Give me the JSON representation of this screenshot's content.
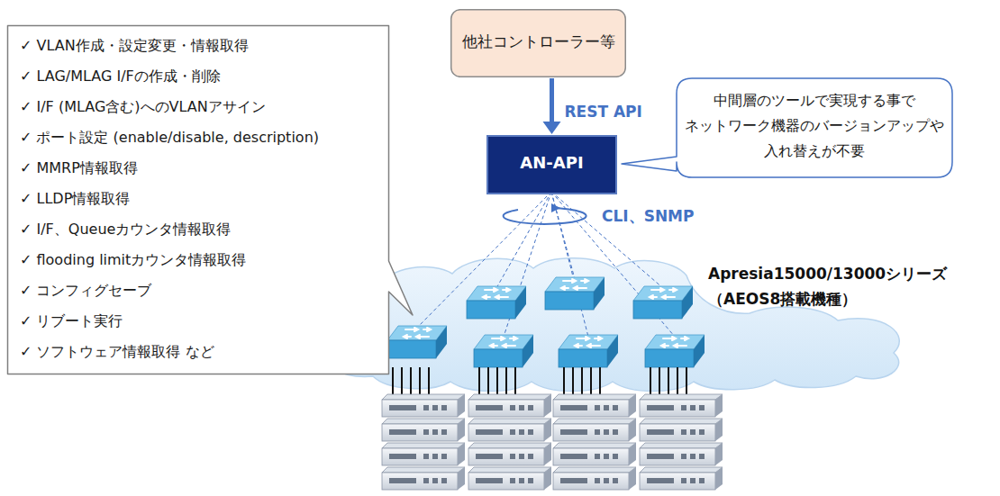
{
  "diagram": {
    "nodes": [
      {
        "text": [
          "✓ VLAN作成・設定変更・情報取得",
          "✓ LAG/MLAG I/Fの作成・削除",
          "✓ I/F (MLAG含む)へのVLANアサイン",
          "✓ ポート設定 (enable/disable, description)",
          "✓ MMRP情報取得",
          "✓ LLDP情報取得",
          "✓ I/F、Queueカウンタ情報取得",
          "✓ flooding limitカウンタ情報取得",
          "✓ コンフィグセーブ",
          "✓ リブート実行",
          "✓ ソフトウェア情報取得 など"
        ]
      },
      {
        "text": [
          "他社コントローラー等"
        ]
      },
      {
        "text": [
          "AN-API"
        ]
      },
      {
        "text": [
          "中間層のツールで実現する事で ネットワーク機器のバージョンアップや 入れ替えが不要"
        ]
      }
    ],
    "edges": [
      {
        "from": 1,
        "to": 2,
        "arrow": "to",
        "label": "REST API"
      }
    ],
    "labels": [
      "CLI、SNMP",
      "Apresia15000/13000シリーズ （AEOS8搭載機種）"
    ]
  }
}
